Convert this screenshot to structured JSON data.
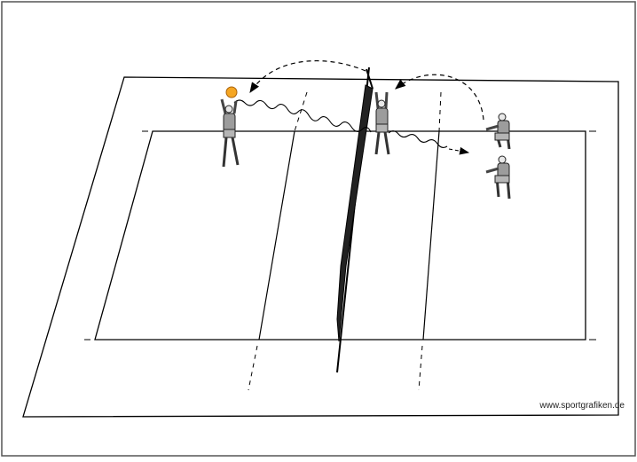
{
  "credit": "www.sportgrafiken.de",
  "colors": {
    "ball": "#f5a623",
    "player_shirt": "#9c9c9c",
    "player_shorts": "#b5b5b5",
    "player_skin": "#e8e8e8",
    "line": "#000000"
  },
  "players": [
    {
      "id": "setter-left",
      "pose": "arms-up"
    },
    {
      "id": "blocker-at-net",
      "pose": "arms-up"
    },
    {
      "id": "receiver-1",
      "pose": "crouch"
    },
    {
      "id": "receiver-2",
      "pose": "crouch"
    }
  ]
}
